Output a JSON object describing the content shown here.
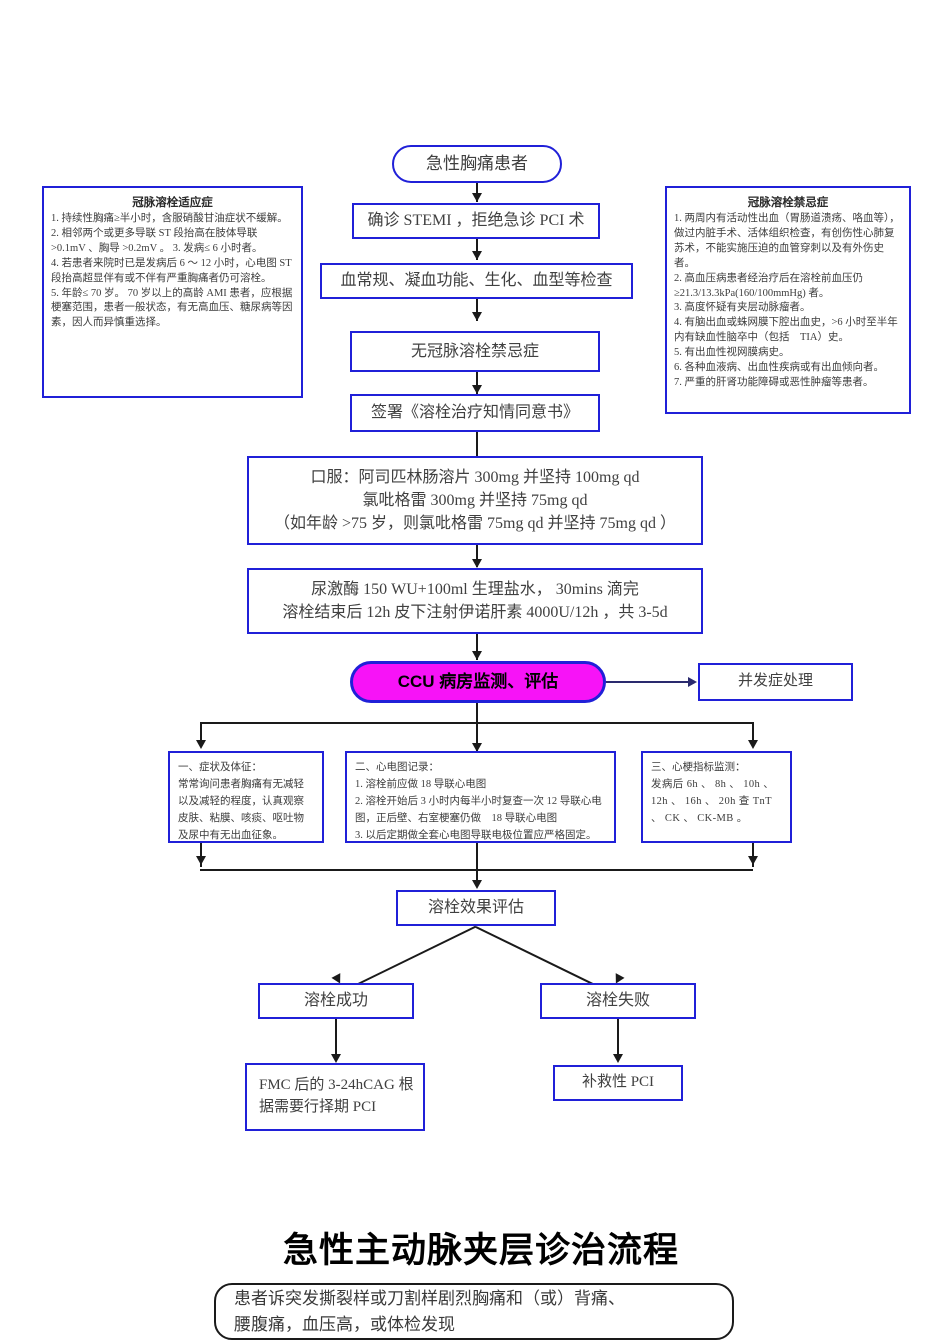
{
  "flow": {
    "start": "急性胸痛患者",
    "step_confirm": "确诊 STEMI ，拒绝急诊 PCI 术",
    "step_labs": "血常规、凝血功能、生化、血型等检查",
    "step_no_contra": "无冠脉溶栓禁忌症",
    "step_consent": "签署《溶栓治疗知情同意书》",
    "step_oral": "口服：阿司匹林肠溶片 300mg 并坚持 100mg qd\n氯吡格雷 300mg 并坚持 75mg qd\n（如年龄 >75 岁，则氯吡格雷 75mg qd 并坚持 75mg qd ）",
    "step_thrombolysis": "尿激酶 150 WU+100ml 生理盐水， 30mins 滴完\n溶栓结束后 12h 皮下注射伊诺肝素 4000U/12h ，共 3-5d",
    "step_ccu": "CCU 病房监测、评估",
    "step_complication": "并发症处理",
    "step_evaluate": "溶栓效果评估",
    "step_success": "溶栓成功",
    "step_failure": "溶栓失败",
    "step_success_action": "FMC 后的 3-24hCAG 根\n据需要行择期 PCI",
    "step_failure_action": "补救性 PCI"
  },
  "indications_panel": {
    "title": "冠脉溶栓适应症",
    "body": "1. 持续性胸痛≥半小时，含服硝酸甘油症状不缓解。\n2. 相邻两个或更多导联 ST 段抬高在肢体导联 >0.1mV 、胸导 >0.2mV 。 3. 发病≤ 6 小时者。\n4. 若患者来院时已是发病后 6 ～ 12 小时，心电图 ST 段抬高超显伴有或不伴有严重胸痛者仍可溶栓。\n5. 年龄≤ 70 岁。 70 岁以上的高龄 AMI 患者，应根据梗塞范围，患者一般状态，有无高血压、糖尿病等因素，因人而异慎重选择。"
  },
  "contraindications_panel": {
    "title": "冠脉溶栓禁忌症",
    "body": "1. 两周内有活动性出血（胃肠道溃疡、咯血等），做过内脏手术、活体组织检查，有创伤性心肺复苏术，不能实施压迫的血管穿刺以及有外伤史者。\n2. 高血压病患者经治疗后在溶栓前血压仍≥21.3/13.3kPa(160/100mmHg) 者。\n3. 高度怀疑有夹层动脉瘤者。\n4. 有脑出血或蛛网膜下腔出血史，>6 小时至半年内有缺血性脑卒中（包括　TIA）史。\n5. 有出血性视网膜病史。\n6. 各种血液病、出血性疾病或有出血倾向者。\n7. 严重的肝肾功能障碍或恶性肿瘤等患者。"
  },
  "monitor_boxes": [
    {
      "title": "一、症状及体征：",
      "body": "常常询问患者胸痛有无减轻以及减轻的程度，认真观察皮肤、粘膜、咳痰、呕吐物及尿中有无出血征象。"
    },
    {
      "title": "二、心电图记录：",
      "body": "1. 溶栓前应做 18 导联心电图\n2. 溶栓开始后 3 小时内每半小时复查一次 12 导联心电图，正后壁、右室梗塞仍做　18 导联心电图\n3. 以后定期做全套心电图导联电极位置应严格固定。"
    },
    {
      "title": "三、心梗指标监测：",
      "body": "发病后 6h 、 8h 、 10h 、 12h 、 16h 、 20h 查 TnT 、 CK 、 CK-MB 。"
    }
  ],
  "aortic_section": {
    "title": "急性主动脉夹层诊治流程",
    "first_box": "患者诉突发撕裂样或刀割样剧烈胸痛和（或）背痛、\n腰腹痛，血压高，或体检发现"
  },
  "colors": {
    "box_border_blue": "#2020d8",
    "ccu_fill": "#f713f7",
    "connector": "#1a1a1a",
    "text": "#3c3c3c"
  }
}
